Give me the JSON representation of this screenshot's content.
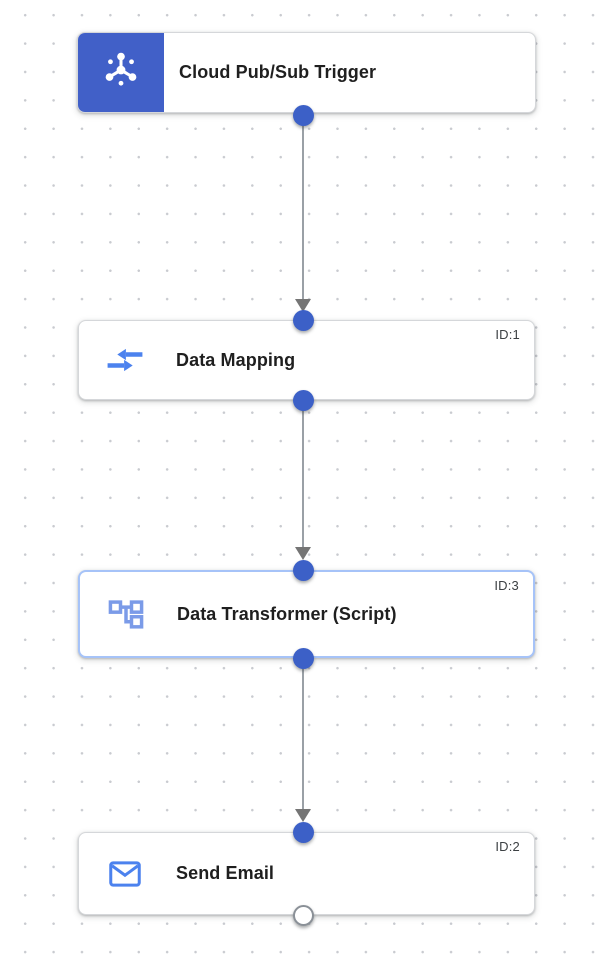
{
  "canvas": {
    "description": "integration workflow designer canvas with dotted grid"
  },
  "nodes": [
    {
      "title": "Cloud Pub/Sub Trigger",
      "id_label": "",
      "kind": "trigger",
      "icon": "pubsub-icon",
      "selected": false
    },
    {
      "title": "Data Mapping",
      "id_label": "ID:1",
      "kind": "task",
      "icon": "data-mapping-icon",
      "selected": false
    },
    {
      "title": "Data Transformer (Script)",
      "id_label": "ID:3",
      "kind": "task",
      "icon": "data-transformer-icon",
      "selected": true
    },
    {
      "title": "Send Email",
      "id_label": "ID:2",
      "kind": "task",
      "icon": "email-icon",
      "selected": false
    }
  ],
  "edges": [
    {
      "from": "Cloud Pub/Sub Trigger",
      "to": "Data Mapping"
    },
    {
      "from": "Data Mapping",
      "to": "Data Transformer (Script)"
    },
    {
      "from": "Data Transformer (Script)",
      "to": "Send Email"
    }
  ],
  "colors": {
    "trigger_block_blue": "#4160c8",
    "connector_dot_blue": "#3c60c7",
    "selected_border_blue": "#a6c3f8",
    "icon_blue": "#4c82ee",
    "icon_blue_soft": "#7b9be8",
    "edge_line_gray": "#9aa0a6",
    "arrowhead_gray": "#757575",
    "grid_dot_gray": "#c9cbd0",
    "title_text": "#1f1f1f",
    "id_text": "#3c4043"
  }
}
